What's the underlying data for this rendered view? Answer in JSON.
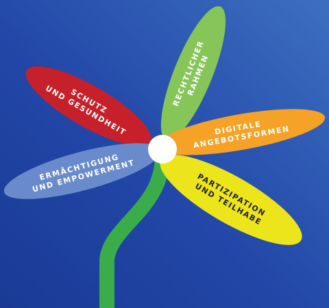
{
  "petals": [
    {
      "id": "schutz-und-gesundheit",
      "lines": [
        "SCHUTZ",
        "UND GESUNDHEIT"
      ],
      "fill": "#c6202a",
      "text_color": "#ffffff"
    },
    {
      "id": "rechtlicher-rahmen",
      "lines": [
        "RECHTLICHER",
        "RAHMEN"
      ],
      "fill": "#86c658",
      "text_color": "#ffffff"
    },
    {
      "id": "digitale-angebotsformen",
      "lines": [
        "DIGITALE",
        "ANGEBOTSFORMEN"
      ],
      "fill": "#f6a227",
      "text_color": "#ffffff"
    },
    {
      "id": "partizipation-und-teilhabe",
      "lines": [
        "PARTIZIPATION",
        "UND TEILHABE"
      ],
      "fill": "#ece51c",
      "text_color": "#222222"
    },
    {
      "id": "ermaechtigung-und-empowerment",
      "lines": [
        "ERMÄCHTIGUNG",
        "UND EMPOWERMENT"
      ],
      "fill": "#6a8bcb",
      "text_color": "#ffffff"
    }
  ],
  "colors": {
    "background_top": "#3d6fc0",
    "background_bottom": "#1a3a95",
    "stem": "#3aad4a",
    "center": "#ffffff"
  }
}
